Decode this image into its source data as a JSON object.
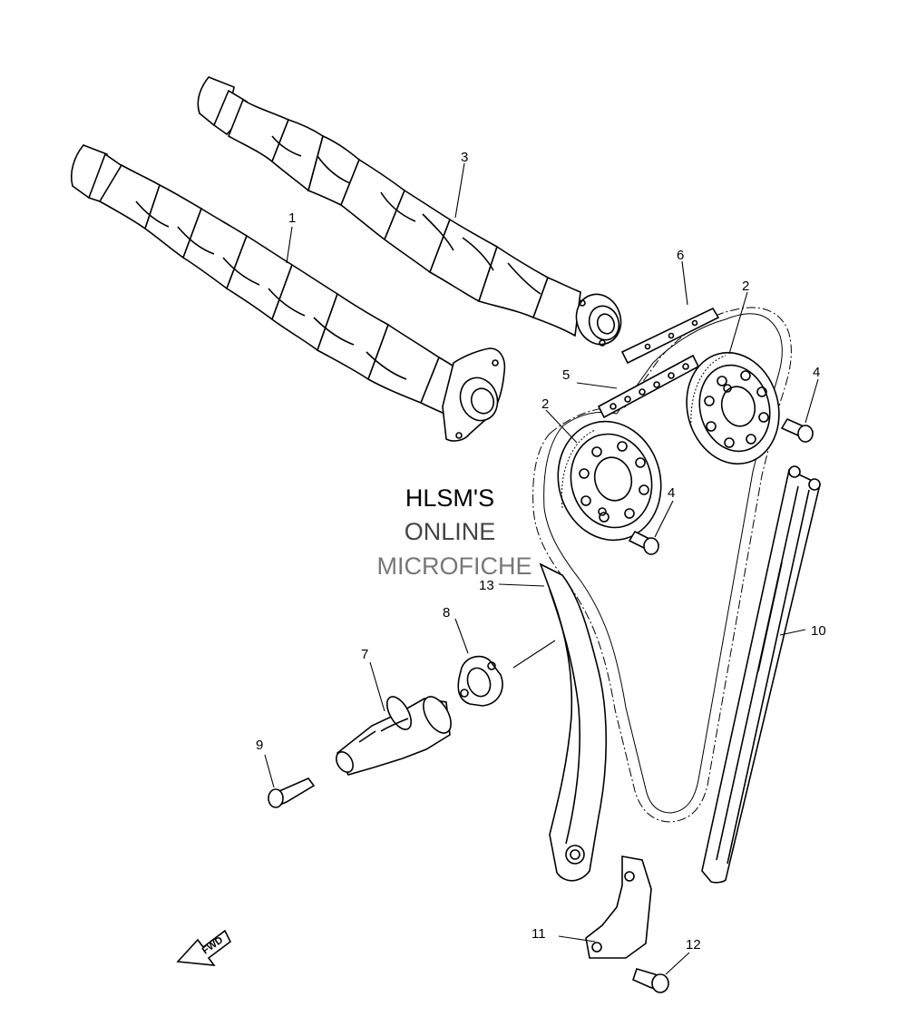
{
  "watermark": {
    "line1": "HLSM'S",
    "line2": "ONLINE",
    "line3": "MICROFICHE"
  },
  "fwd_label": "FWD",
  "callouts": [
    "1",
    "2",
    "2",
    "3",
    "4",
    "4",
    "5",
    "6",
    "7",
    "8",
    "9",
    "10",
    "11",
    "12",
    "13"
  ],
  "colors": {
    "line": "#000000",
    "background": "#ffffff"
  }
}
